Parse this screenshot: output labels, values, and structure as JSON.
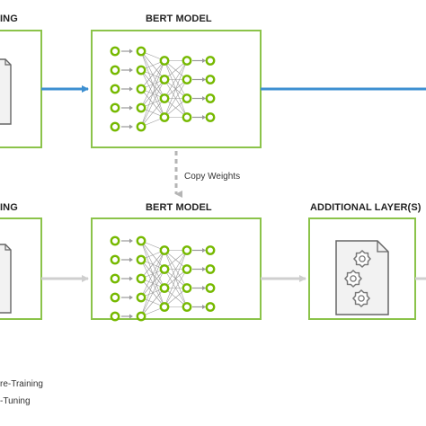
{
  "labels": {
    "top_left_title_partial": "ING",
    "top_bert_title": "BERT MODEL",
    "copy_weights": "Copy Weights",
    "bottom_left_title_partial": "ING",
    "bottom_bert_title": "BERT MODEL",
    "additional_layers_title": "ADDITIONAL LAYER(S)"
  },
  "legend": [
    {
      "label": "re-Training"
    },
    {
      "label": "-Tuning"
    }
  ],
  "network": {
    "input_nodes": 5,
    "hidden_layers": [
      4,
      4
    ],
    "output_nodes": 4
  },
  "colors": {
    "box_border": "#8bc34a",
    "node": "#76b900",
    "pretraining_arrow": "#3d8fd1",
    "finetuning_arrow": "#cfcfcf",
    "copy_arrow": "#b5b5b5",
    "edge": "#9a9a9a",
    "doc_fill": "#f2f2f2",
    "doc_stroke": "#666666",
    "gear": "#777777"
  },
  "icons": [
    "document-icon",
    "gear-document-icon"
  ]
}
